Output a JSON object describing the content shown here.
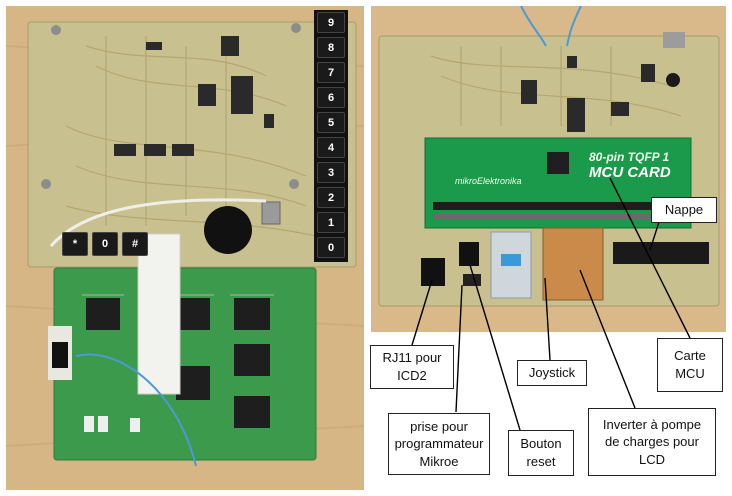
{
  "left_photo": {
    "keys": [
      "9",
      "8",
      "7",
      "6",
      "5",
      "4",
      "3",
      "2",
      "1",
      "0"
    ],
    "bottom_keys": [
      "*",
      "0",
      "#"
    ]
  },
  "right_photo": {
    "mcu_card_title": "80-pin TQFP 1",
    "mcu_card_subtitle": "MCU CARD",
    "brand": "mikroElektronika"
  },
  "callouts": {
    "nappe": "Nappe",
    "carte_mcu": "Carte\nMCU",
    "joystick": "Joystick",
    "rj11": "RJ11 pour\nICD2",
    "prise": "prise pour\nprogrammateur\nMikroe",
    "bouton": "Bouton\nreset",
    "inverter": "Inverter à pompe\nde charges pour\nLCD"
  },
  "colors": {
    "wood": "#d9b98a",
    "pcb_beige": "#c9c394",
    "pcb_green": "#3c9a4c",
    "mcu_card": "#1a9a4a",
    "key_black": "#1a1a1a",
    "leader": "#000000"
  }
}
